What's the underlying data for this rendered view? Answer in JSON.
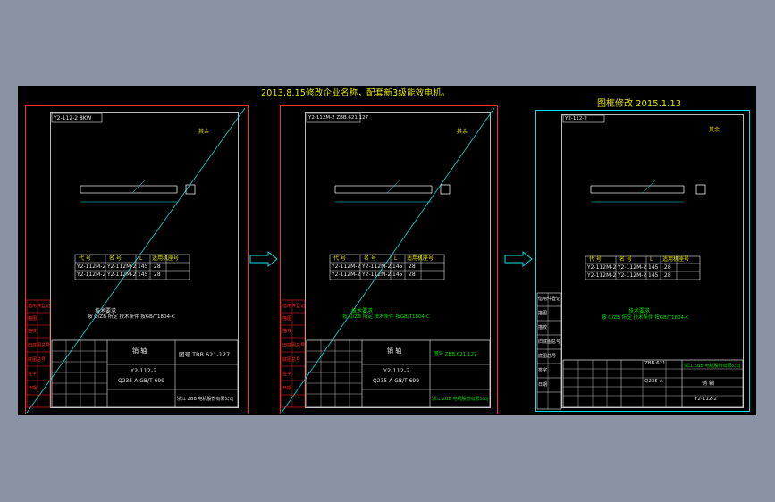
{
  "notes": {
    "header": "2013.8.15修改企业名称，配套新3级能效电机。",
    "revision": "图框修改  2015.1.13"
  },
  "colors": {
    "background": "#8a93a4",
    "canvas": "#000000",
    "red_frame": "#ff2a2a",
    "cyan_frame": "#00e5e5",
    "white_frame": "#e8e8e8",
    "text_green": "#00e000",
    "text_yellow": "#e3e300"
  },
  "sheets": [
    {
      "id": "sheet-1",
      "top_tag": "Y2-112-2 8KW",
      "roughness": "其余",
      "table": {
        "headers": [
          "代 号",
          "名 号",
          "L",
          "适用机座号"
        ],
        "rows": [
          [
            "Y2-112M-2",
            "Y2-112M-2",
            "145",
            "28"
          ],
          [
            "Y2-112M-2",
            "Y2-112M-2",
            "145",
            "28"
          ]
        ]
      },
      "tech_note_line1": "技术要求",
      "tech_note_line2": "按 Q/ZB 所定 技术条件 按GB/T1804-C",
      "part_name": "销 轴",
      "part_code": "Y2-112-2",
      "drawing_no": "图号 TBB.621-127",
      "company": "浙江 ZBB 电机股份有限公司",
      "materials_row": "Q235-A  GB/T 699",
      "left_labels": [
        "借用件登记",
        "描图",
        "描校",
        "旧底图总号",
        "底图总号",
        "签字",
        "日期"
      ]
    },
    {
      "id": "sheet-2",
      "top_tag": "Y2-112M-2 ZBB.621.127",
      "roughness": "其余",
      "table": {
        "headers": [
          "代 号",
          "名 号",
          "L",
          "适用机座号"
        ],
        "rows": [
          [
            "Y2-112M-2",
            "Y2-112M-2",
            "145",
            "28"
          ],
          [
            "Y2-112M-2",
            "Y2-112M-2",
            "145",
            "28"
          ]
        ]
      },
      "tech_note_line1": "技术要求",
      "tech_note_line2": "按 Q/ZB 所定 技术条件 按GB/T1804-C",
      "part_name": "销 轴",
      "part_code": "Y2-112-2",
      "drawing_no": "图号 ZBB.621.127",
      "company": "浙江 ZBB 电机股份有限公司",
      "materials_row": "Q235-A  GB/T 699",
      "left_labels": [
        "借用件登记",
        "描图",
        "描校",
        "旧底图总号",
        "底图总号",
        "签字",
        "日期"
      ]
    },
    {
      "id": "sheet-3",
      "top_tag": "Y2-112-2",
      "roughness": "其余",
      "table": {
        "headers": [
          "代 号",
          "名 号",
          "L",
          "适用机座号"
        ],
        "rows": [
          [
            "Y2-112M-2",
            "Y2-112M-2",
            "145",
            "28"
          ],
          [
            "Y2-112M-2",
            "Y2-112M-2",
            "145",
            "28"
          ]
        ]
      },
      "tech_note_line1": "技术要求",
      "tech_note_line2": "按 Q/ZB 所定 技术条件 按GB/T1804-C",
      "part_name": "销 轴",
      "part_code": "Y2-112-2",
      "drawing_no": "ZBB.621",
      "company": "浙江 ZBB 电机股份有限公司",
      "materials_row": "Q235-A",
      "left_labels": [
        "借用件登记",
        "描图",
        "描校",
        "旧底图总号",
        "底图总号",
        "签字",
        "日期"
      ]
    }
  ]
}
